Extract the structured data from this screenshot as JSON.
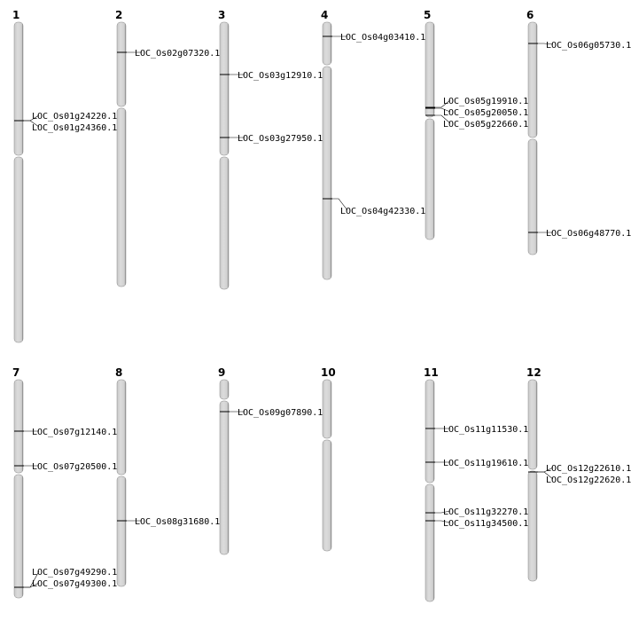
{
  "colors": {
    "chromosome": "#d4d4d4",
    "outline": "#888888",
    "marker": "#000000"
  },
  "chromosomes": [
    {
      "name": "1",
      "genes": [
        "LOC_Os01g24220.1",
        "LOC_Os01g24360.1"
      ]
    },
    {
      "name": "2",
      "genes": [
        "LOC_Os02g07320.1"
      ]
    },
    {
      "name": "3",
      "genes": [
        "LOC_Os03g12910.1",
        "LOC_Os03g27950.1"
      ]
    },
    {
      "name": "4",
      "genes": [
        "LOC_Os04g03410.1",
        "LOC_Os04g42330.1"
      ]
    },
    {
      "name": "5",
      "genes": [
        "LOC_Os05g19910.1",
        "LOC_Os05g20050.1",
        "LOC_Os05g22660.1"
      ]
    },
    {
      "name": "6",
      "genes": [
        "LOC_Os06g05730.1",
        "LOC_Os06g48770.1"
      ]
    },
    {
      "name": "7",
      "genes": [
        "LOC_Os07g12140.1",
        "LOC_Os07g20500.1",
        "LOC_Os07g49290.1",
        "LOC_Os07g49300.1"
      ]
    },
    {
      "name": "8",
      "genes": [
        "LOC_Os08g31680.1"
      ]
    },
    {
      "name": "9",
      "genes": [
        "LOC_Os09g07890.1"
      ]
    },
    {
      "name": "10",
      "genes": []
    },
    {
      "name": "11",
      "genes": [
        "LOC_Os11g11530.1",
        "LOC_Os11g19610.1",
        "LOC_Os11g32270.1",
        "LOC_Os11g34500.1"
      ]
    },
    {
      "name": "12",
      "genes": [
        "LOC_Os12g22610.1",
        "LOC_Os12g22620.1"
      ]
    }
  ]
}
